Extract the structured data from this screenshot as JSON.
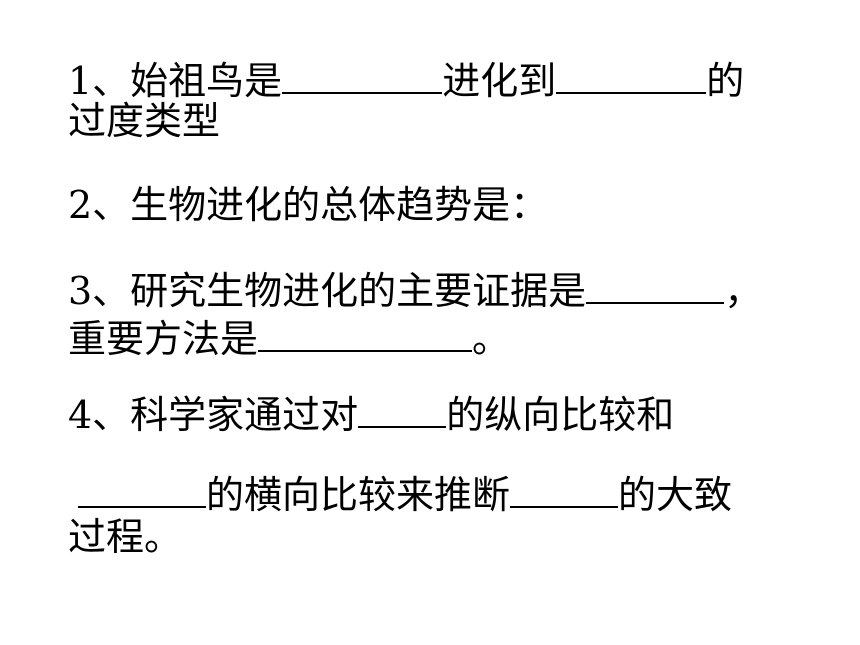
{
  "questions": [
    {
      "lines": [
        {
          "a": "1、始祖鸟是",
          "b": "进化到",
          "c": "的"
        },
        {
          "a": "过度类型"
        }
      ]
    },
    {
      "lines": [
        {
          "a": "2、生物进化的总体趋势是："
        }
      ]
    },
    {
      "lines": [
        {
          "a": "3、研究生物进化的主要证据是",
          "b": "，"
        },
        {
          "a": "重要方法是",
          "b": "。"
        }
      ]
    },
    {
      "lines": [
        {
          "a": "4、科学家通过对",
          "b": "的纵向比较和"
        },
        {
          "b": "的横向比较来推断",
          "c": "的大致"
        },
        {
          "a": "过程。"
        }
      ]
    }
  ]
}
